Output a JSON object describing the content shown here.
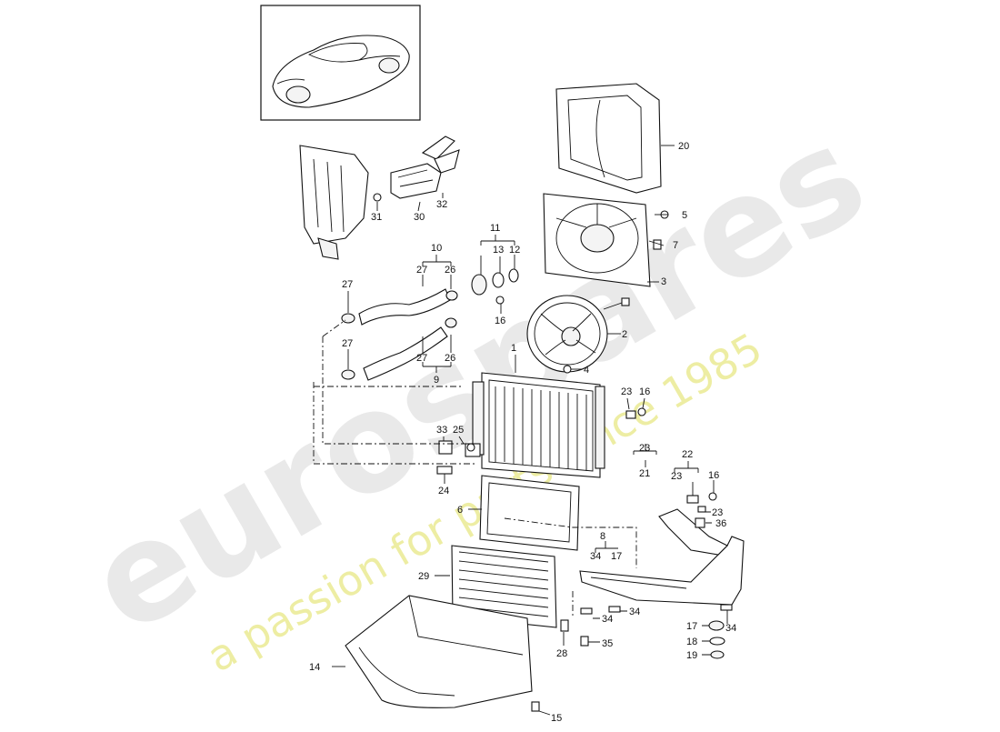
{
  "watermark": {
    "brand": "eurospares",
    "tagline": "a passion for parts since 1985"
  },
  "labels": {
    "l1": "1",
    "l2": "2",
    "l3": "3",
    "l4": "4",
    "l5": "5",
    "l6": "6",
    "l7": "7",
    "l8": "8",
    "l9": "9",
    "l10": "10",
    "l11": "11",
    "l12": "12",
    "l13": "13",
    "l14": "14",
    "l15": "15",
    "l16a": "16",
    "l16b": "16",
    "l16c": "16",
    "l17a": "17",
    "l17b": "17",
    "l18": "18",
    "l19": "19",
    "l20": "20",
    "l21": "21",
    "l22": "22",
    "l23a": "23",
    "l23b": "23",
    "l23c": "23",
    "l23d": "23",
    "l24": "24",
    "l25": "25",
    "l26a": "26",
    "l26b": "26",
    "l27a": "27",
    "l27b": "27",
    "l27c": "27",
    "l27d": "27",
    "l28": "28",
    "l29": "29",
    "l30": "30",
    "l31": "31",
    "l32": "32",
    "l33": "33",
    "l34a": "34",
    "l34b": "34",
    "l34c": "34",
    "l34d": "34",
    "l35": "35",
    "l36": "36"
  },
  "colors": {
    "line": "#111111",
    "watermark_gray": "#e6e6e6",
    "watermark_yellow": "#ecec9a"
  }
}
